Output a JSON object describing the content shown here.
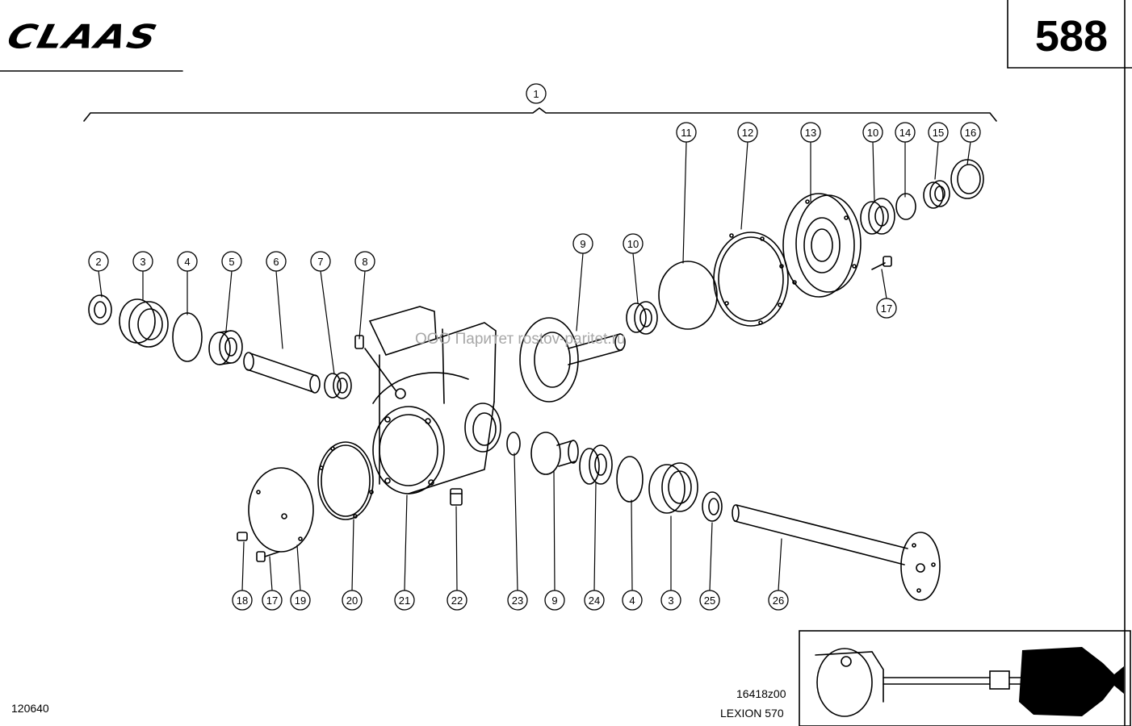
{
  "header": {
    "brand": "CLAAS",
    "page_number": "588"
  },
  "footer": {
    "drawing_id": "16418z00",
    "model": "LEXION 570",
    "sheet_code": "120640"
  },
  "watermark": "ООО Паритет   rostov-paritet.ru",
  "callouts": {
    "c1": "1",
    "c2": "2",
    "c3a": "3",
    "c4a": "4",
    "c5": "5",
    "c6": "6",
    "c7": "7",
    "c8": "8",
    "c9a": "9",
    "c10a": "10",
    "c11": "11",
    "c12": "12",
    "c13": "13",
    "c10b": "10",
    "c14": "14",
    "c15": "15",
    "c16": "16",
    "c17a": "17",
    "c18": "18",
    "c17b": "17",
    "c19": "19",
    "c20": "20",
    "c21": "21",
    "c22": "22",
    "c23": "23",
    "c9b": "9",
    "c24": "24",
    "c4b": "4",
    "c3b": "3",
    "c25": "25",
    "c26": "26"
  },
  "colors": {
    "ink": "#000000",
    "paper": "#ffffff",
    "watermark": "#a8a8a8"
  }
}
